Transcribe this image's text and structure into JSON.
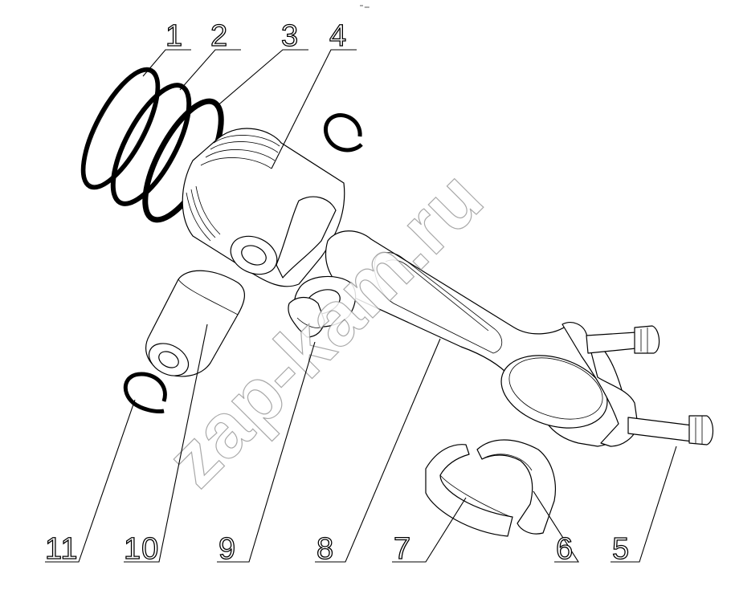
{
  "figure": {
    "watermark": "zap-kam.ru",
    "corner_mark": "⁰⁰ ₀₀₀",
    "callouts": [
      {
        "id": "callout-1",
        "label": "1",
        "part": "piston-ring-top"
      },
      {
        "id": "callout-2",
        "label": "2",
        "part": "piston-ring-second"
      },
      {
        "id": "callout-3",
        "label": "3",
        "part": "piston-ring-oil"
      },
      {
        "id": "callout-4",
        "label": "4",
        "part": "piston"
      },
      {
        "id": "callout-5",
        "label": "5",
        "part": "connecting-rod-bolt"
      },
      {
        "id": "callout-6",
        "label": "6",
        "part": "bearing-shell-upper"
      },
      {
        "id": "callout-7",
        "label": "7",
        "part": "bearing-shell-lower"
      },
      {
        "id": "callout-8",
        "label": "8",
        "part": "connecting-rod"
      },
      {
        "id": "callout-9",
        "label": "9",
        "part": "small-end-bushing"
      },
      {
        "id": "callout-10",
        "label": "10",
        "part": "piston-pin"
      },
      {
        "id": "callout-11",
        "label": "11",
        "part": "retaining-ring-lower"
      }
    ]
  }
}
